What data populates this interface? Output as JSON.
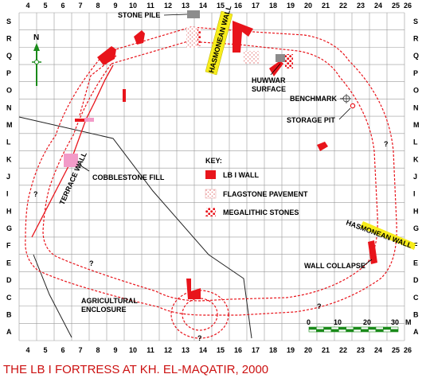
{
  "map": {
    "title": "THE LB I FORTRESS AT KH. EL-MAQATIR, 2000",
    "grid": {
      "columns": [
        "4",
        "5",
        "6",
        "7",
        "8",
        "9",
        "10",
        "11",
        "12",
        "13",
        "14",
        "15",
        "16",
        "17",
        "18",
        "19",
        "20",
        "21",
        "22",
        "23",
        "24",
        "25",
        "26"
      ],
      "rows": [
        "S",
        "R",
        "Q",
        "P",
        "O",
        "N",
        "M",
        "L",
        "K",
        "J",
        "I",
        "H",
        "G",
        "F",
        "E",
        "D",
        "C",
        "B",
        "A"
      ]
    },
    "north_arrow": {
      "letter": "N",
      "icon": "north-arrow-icon"
    },
    "labels": {
      "stone_pile": "STONE PILE",
      "hasmonean_wall_north": "HASMONEAN WALL",
      "hasmonean_wall_east": "HASMONEAN WALL",
      "huwwar_surface_1": "HUWWAR",
      "huwwar_surface_2": "SURFACE",
      "benchmark": "BENCHMARK",
      "storage_pit": "STORAGE PIT",
      "terrace_wall": "TERRACE WALL",
      "cobblestone_fill": "COBBLESTONE FILL",
      "wall_collapse": "WALL COLLAPSE",
      "agricultural_enclosure_1": "AGRICULTURAL",
      "agricultural_enclosure_2": "ENCLOSURE",
      "question_marks": [
        "?",
        "?",
        "?",
        "?",
        "?"
      ]
    },
    "key": {
      "heading": "KEY:",
      "items": [
        {
          "label": "LB I WALL",
          "color": "#e8141b"
        },
        {
          "label": "FLAGSTONE PAVEMENT",
          "color": "#f4b8b8"
        },
        {
          "label": "MEGALITHIC STONES",
          "color": "#e8141b"
        }
      ]
    },
    "scale_bar": {
      "ticks": [
        "0",
        "10",
        "20",
        "30"
      ],
      "unit": "M",
      "color": "#1a8a1a"
    },
    "colors": {
      "wall_red": "#e8141b",
      "hasmonean_yellow": "#f7ec1a",
      "cobblestone_pink": "#f29bc8",
      "stone_gray": "#8c8c8c",
      "grid_gray": "#9a9a9a"
    }
  }
}
